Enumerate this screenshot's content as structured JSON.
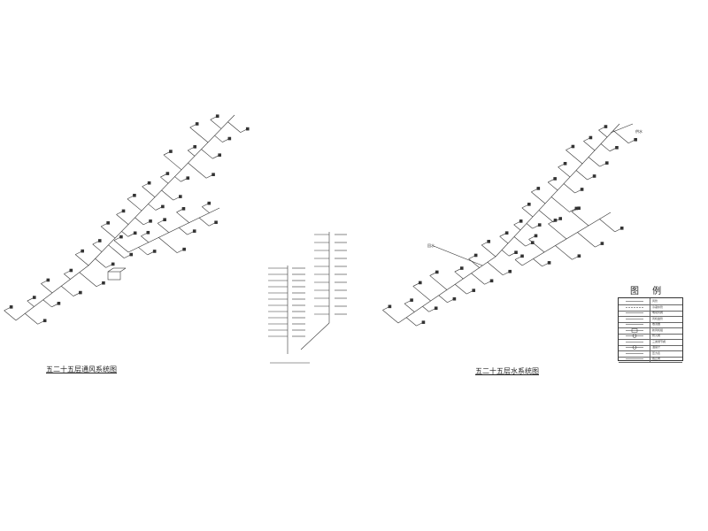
{
  "drawing": {
    "left_caption": "五二十五层通风系统图",
    "right_caption": "五二十五层水系统图",
    "right_note_top": "供水",
    "right_note_left": "回水"
  },
  "legend": {
    "title": "图 例",
    "rows": [
      {
        "symbol": "line-icon",
        "label": "风管"
      },
      {
        "symbol": "dash-icon",
        "label": "冷凝水管"
      },
      {
        "symbol": "valve-icon",
        "label": "电动风阀"
      },
      {
        "symbol": "elbow-icon",
        "label": "风机盘管"
      },
      {
        "symbol": "diffuser-icon",
        "label": "散流器"
      },
      {
        "symbol": "box-icon",
        "label": "新风机组"
      },
      {
        "symbol": "arc-icon",
        "label": "防火阀"
      },
      {
        "symbol": "tee-icon",
        "label": "三通调节阀"
      },
      {
        "symbol": "circle-icon",
        "label": "温度计"
      },
      {
        "symbol": "bar-icon",
        "label": "压力表"
      },
      {
        "symbol": "slash-icon",
        "label": "截止阀"
      }
    ]
  }
}
